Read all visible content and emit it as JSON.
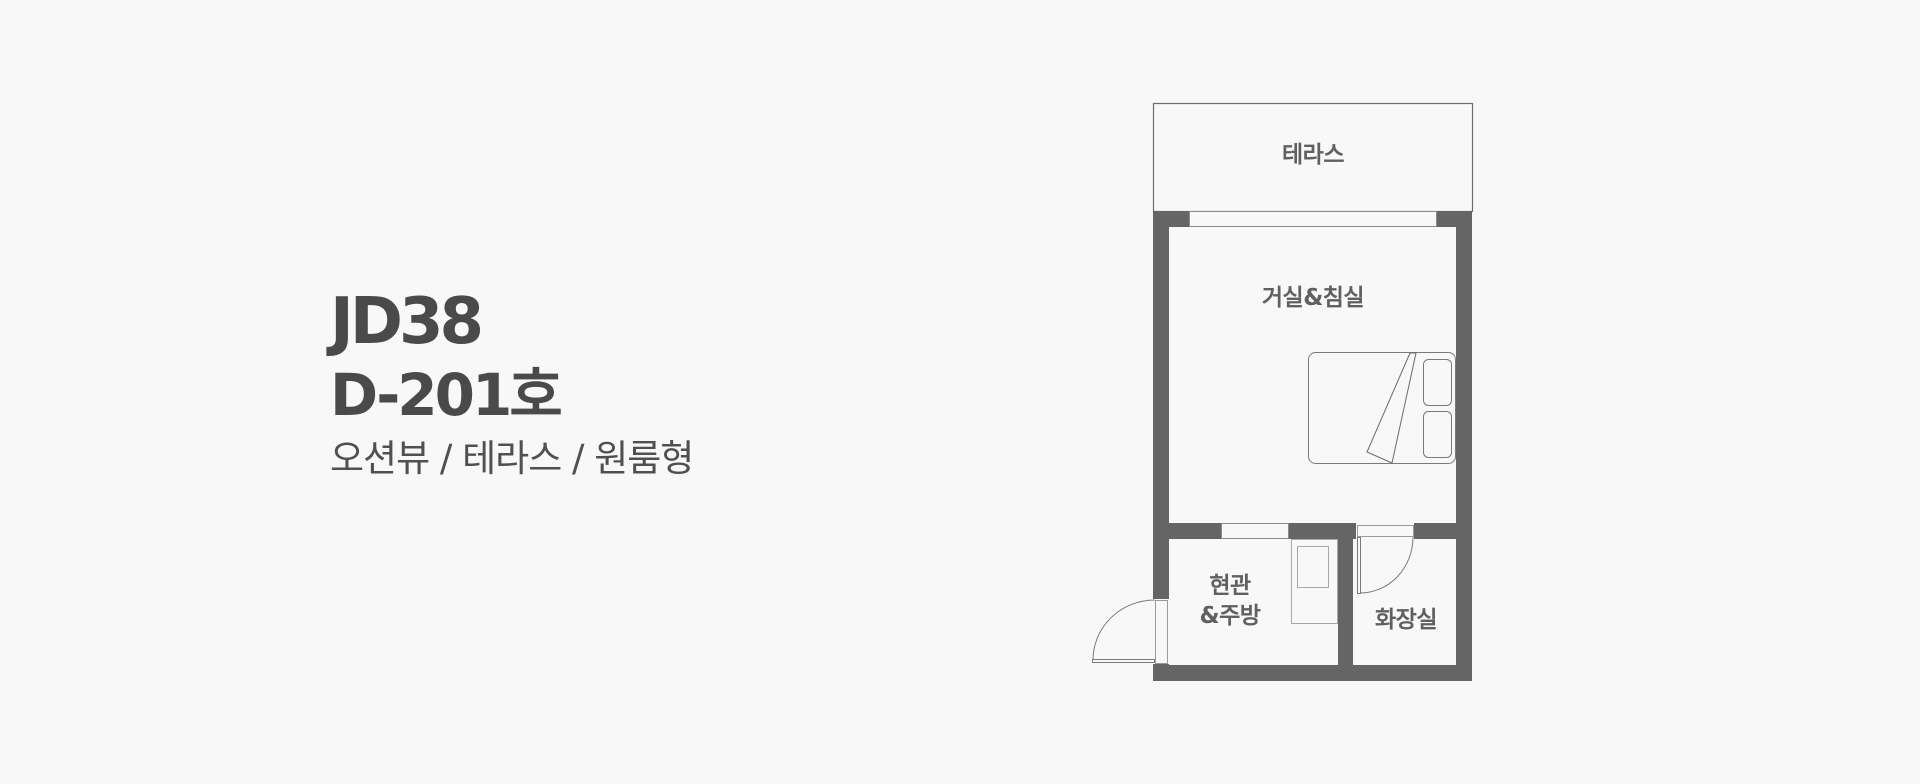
{
  "unit_info": {
    "complex": "JD38",
    "unit_number": "D-201호",
    "features": "오션뷰 / 테라스 / 원룸형"
  },
  "floor_plan": {
    "rooms": {
      "terrace": "테라스",
      "living_bedroom": "거실&침실",
      "entrance_kitchen_line1": "현관",
      "entrance_kitchen_line2": "&주방",
      "bathroom": "화장실"
    },
    "colors": {
      "wall": "#646564",
      "line": "#6e6e6e",
      "background": "#f8f8f8",
      "text": "#4a4a4a"
    }
  }
}
